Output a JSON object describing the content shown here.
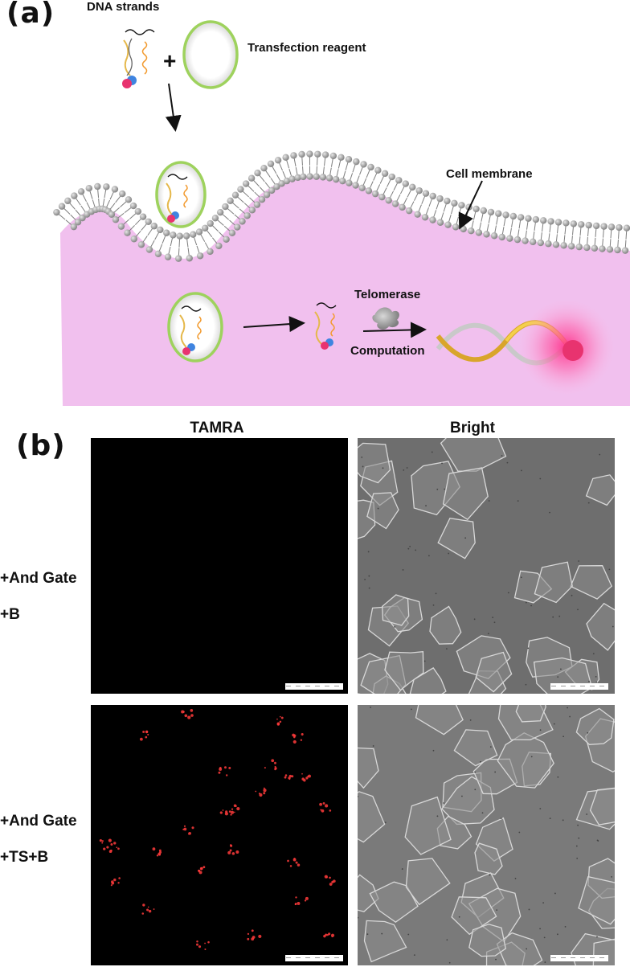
{
  "panel_a": {
    "label": "(a)",
    "dna_strands": "DNA strands",
    "plus": "+",
    "transfection_reagent": "Transfection reagent",
    "cell_membrane": "Cell membrane",
    "telomerase": "Telomerase",
    "computation": "Computation"
  },
  "panel_b": {
    "label": "(b)",
    "columns": [
      "TAMRA",
      "Bright"
    ],
    "rows": [
      {
        "line1": "+And Gate",
        "line2": "+B"
      },
      {
        "line1": "+And Gate",
        "line2": "+TS+B"
      }
    ]
  },
  "colors": {
    "cytoplasm": "#f1c0ee",
    "vesicle": "#9ed25d",
    "fluor": "#e8336f",
    "quencher": "#3f84e0",
    "signal": "#ff3b3b"
  }
}
